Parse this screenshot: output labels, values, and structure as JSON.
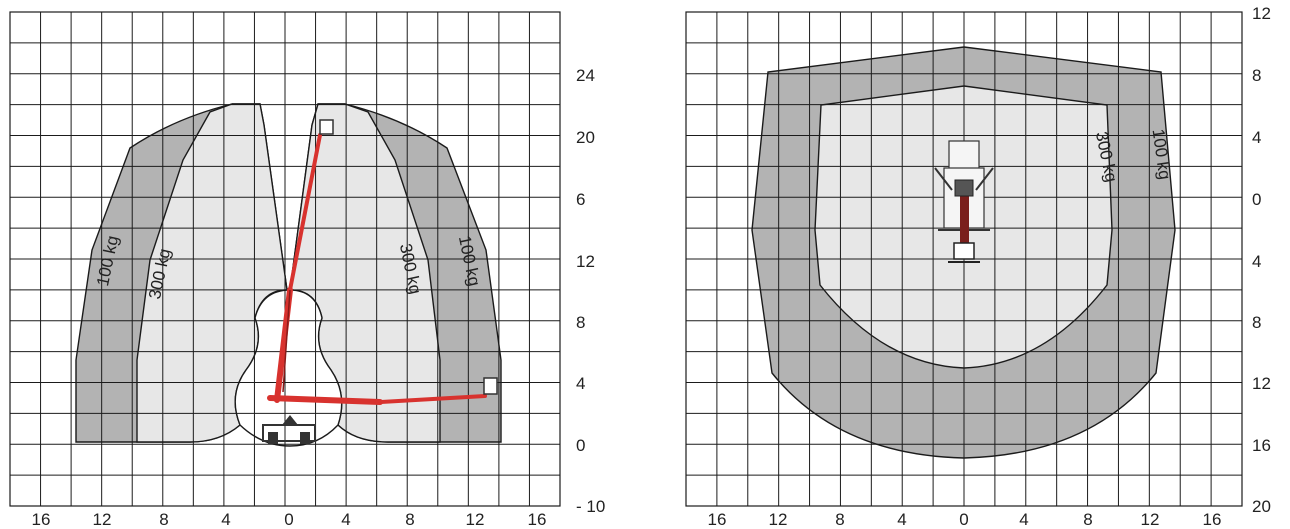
{
  "side_view": {
    "x_tick_labels": [
      "16",
      "12",
      "8",
      "4",
      "0",
      "4",
      "8",
      "12",
      "16"
    ],
    "y_tick_labels": [
      "24",
      "20",
      "6",
      "12",
      "8",
      "4",
      "0",
      "- 10"
    ],
    "zone_labels": {
      "outer": "100 kg",
      "inner": "300 kg"
    }
  },
  "top_view": {
    "x_tick_labels": [
      "16",
      "12",
      "8",
      "4",
      "0",
      "4",
      "8",
      "12",
      "16"
    ],
    "y_tick_labels": [
      "12",
      "8",
      "4",
      "0",
      "4",
      "8",
      "12",
      "16",
      "20"
    ],
    "zone_labels": {
      "outer": "100 kg",
      "inner": "300 kg"
    }
  },
  "colors": {
    "grid": "#1b1b1b",
    "outer_zone": "#b3b3b3",
    "inner_zone": "#e7e7e7",
    "boom": "#d8322e",
    "machine": "#333333"
  }
}
